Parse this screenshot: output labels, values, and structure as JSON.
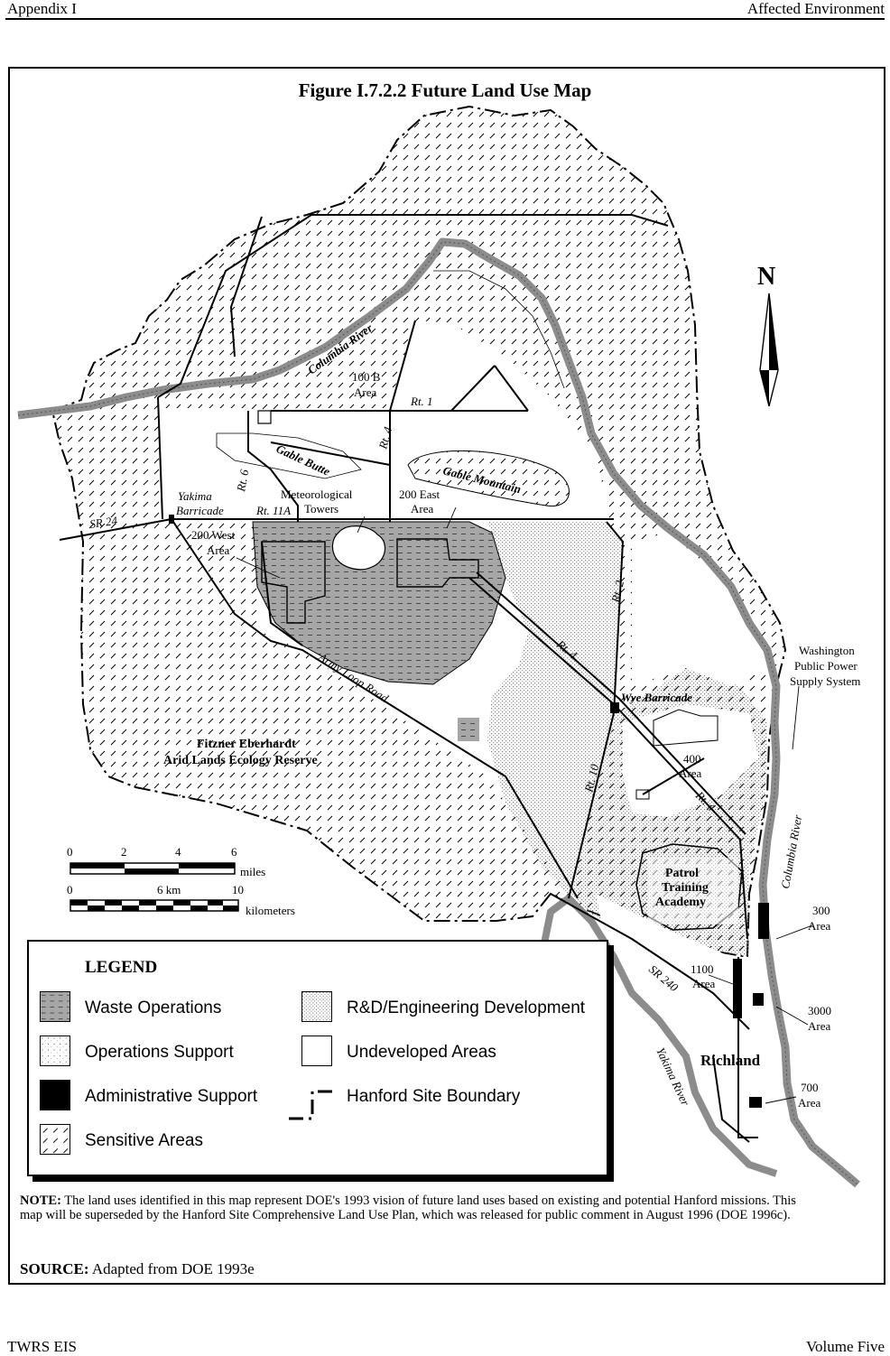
{
  "header": {
    "left": "Appendix I",
    "right": "Affected Environment"
  },
  "figure": {
    "title": "Figure I.7.2.2  Future Land Use Map"
  },
  "colors": {
    "waste_operations": "#a0a0a0",
    "river": "#8c8c8c",
    "boundary": "#000000",
    "background": "#ffffff"
  },
  "map_labels": {
    "columbia_river_north": "Columbia River",
    "columbia_river_east": "Columbia River",
    "yakima_river": "Yakima River",
    "area_100b": [
      "100 B",
      "Area"
    ],
    "rt1": "Rt. 1",
    "rt4_north": "Rt. 4",
    "rt6": "Rt. 6",
    "gable_butte": "Gable Butte",
    "gable_mountain": "Gable Mountain",
    "yakima_barricade": [
      "Yakima",
      "Barricade"
    ],
    "met_towers": [
      "Meteorological",
      "Towers"
    ],
    "area_200east": [
      "200 East",
      "Area"
    ],
    "rt11a": "Rt. 11A",
    "sr24": "SR 24",
    "area_200west": [
      "200 West",
      "Area"
    ],
    "rt2": "Rt. 2",
    "rt4_diag": "Rt. 4",
    "army_loop": "Army Loop Road",
    "wye_barricade": "Wye Barricade",
    "alers": [
      "Fitzner Eberhardt",
      "Arid Lands Ecology Reserve"
    ],
    "area_400": [
      "400",
      "Area"
    ],
    "rt10": "Rt. 10",
    "rt4_south": "Rt. 4",
    "wppss": [
      "Washington",
      "Public Power",
      "Supply System"
    ],
    "patrol": [
      "Patrol",
      "Training",
      "Academy"
    ],
    "area_300": [
      "300",
      "Area"
    ],
    "area_1100": [
      "1100",
      "Area"
    ],
    "area_3000": [
      "3000",
      "Area"
    ],
    "sr240": "SR 240",
    "richland": "Richland",
    "area_700": [
      "700",
      "Area"
    ],
    "north_arrow": "N"
  },
  "scale": {
    "miles_ticks": [
      "0",
      "2",
      "4",
      "6"
    ],
    "miles_unit": "miles",
    "km_ticks": [
      "0",
      "6 km",
      "10"
    ],
    "km_unit": "kilometers"
  },
  "legend": {
    "title": "LEGEND",
    "items": [
      {
        "label": "Waste Operations",
        "pattern": "waste-icon"
      },
      {
        "label": "Operations Support",
        "pattern": "dots-icon"
      },
      {
        "label": "Administrative Support",
        "pattern": "solid-icon"
      },
      {
        "label": "Sensitive Areas",
        "pattern": "dash-icon"
      },
      {
        "label": "R&D/Engineering Development",
        "pattern": "stipple-icon"
      },
      {
        "label": "Undeveloped Areas",
        "pattern": "blank-icon"
      },
      {
        "label": "Hanford Site Boundary",
        "pattern": "boundary-line-icon"
      }
    ]
  },
  "note": {
    "lead": "NOTE:",
    "text": "The land uses identified in this map represent DOE's 1993 vision of future land uses based on existing and potential Hanford missions. This map will be superseded by the Hanford Site Comprehensive Land Use Plan, which was released for public comment in August 1996 (DOE 1996c)."
  },
  "source": {
    "lead": "SOURCE:",
    "text": "Adapted from DOE 1993e"
  },
  "footer": {
    "left": "TWRS EIS",
    "right": "Volume Five"
  }
}
